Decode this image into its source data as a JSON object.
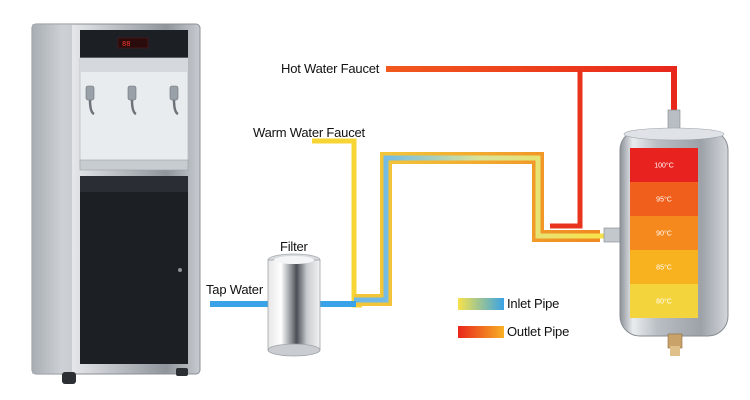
{
  "labels": {
    "hot_faucet": "Hot Water Faucet",
    "warm_faucet": "Warm Water Faucet",
    "filter": "Filter",
    "tap_water": "Tap Water"
  },
  "legend": {
    "inlet": "Inlet Pipe",
    "outlet": "Outlet Pipe"
  },
  "tank_zones": [
    {
      "label": "100°C",
      "color": "#e8231f"
    },
    {
      "label": "95°C",
      "color": "#f0601c"
    },
    {
      "label": "90°C",
      "color": "#f5891d"
    },
    {
      "label": "85°C",
      "color": "#f8b21f"
    },
    {
      "label": "80°C",
      "color": "#f4d43c"
    }
  ],
  "colors": {
    "outlet_hot": "#e8261c",
    "outlet_mid": "#f4701e",
    "outlet_warm": "#f8b025",
    "inlet_blue": "#3aa2e6",
    "inlet_yellow": "#f6e24a",
    "dispenser_body": "#d4d7db",
    "dispenser_panel": "#1c1f24"
  }
}
